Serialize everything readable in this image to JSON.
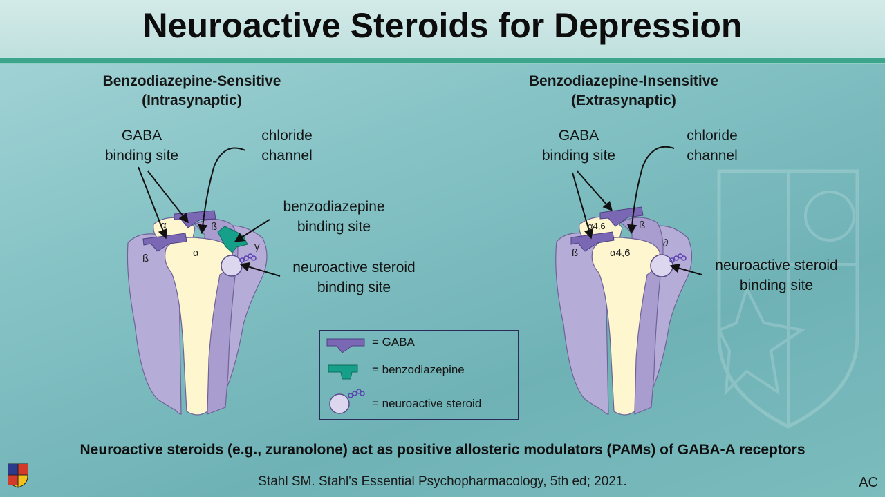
{
  "title": "Neuroactive Steroids for Depression",
  "left_panel": {
    "heading_line1": "Benzodiazepine-Sensitive",
    "heading_line2": "(Intrasynaptic)",
    "gaba_label_line1": "GABA",
    "gaba_label_line2": "binding site",
    "chloride_label_line1": "chloride",
    "chloride_label_line2": "channel",
    "benzo_label_line1": "benzodiazepine",
    "benzo_label_line2": "binding site",
    "steroid_label_line1": "neuroactive steroid",
    "steroid_label_line2": "binding site",
    "subunit_alpha_top": "α",
    "subunit_beta_right": "ß",
    "subunit_gamma": "γ",
    "subunit_beta_left": "ß",
    "subunit_alpha_center": "α"
  },
  "right_panel": {
    "heading_line1": "Benzodiazepine-Insensitive",
    "heading_line2": "(Extrasynaptic)",
    "gaba_label_line1": "GABA",
    "gaba_label_line2": "binding site",
    "chloride_label_line1": "chloride",
    "chloride_label_line2": "channel",
    "steroid_label_line1": "neuroactive steroid",
    "steroid_label_line2": "binding site",
    "subunit_alpha_top": "α4,6",
    "subunit_beta_right": "ß",
    "subunit_delta": "∂",
    "subunit_beta_left": "ß",
    "subunit_alpha_center": "α4,6"
  },
  "legend": {
    "gaba": "= GABA",
    "benzodiazepine": "= benzodiazepine",
    "neuroactive_steroid": "= neuroactive steroid"
  },
  "footnote": "Neuroactive steroids (e.g., zuranolone) act as positive allosteric modulators (PAMs) of GABA-A receptors",
  "citation": "Stahl SM. Stahl's Essential Psychopharmacology, 5th ed; 2021.",
  "corner_initials": "AC",
  "colors": {
    "purple_subunit": "#b6acd8",
    "purple_dark": "#7b68b5",
    "cream": "#fdf6cf",
    "teal_benzo": "#17a089",
    "accent_rule": "#3da58c"
  }
}
